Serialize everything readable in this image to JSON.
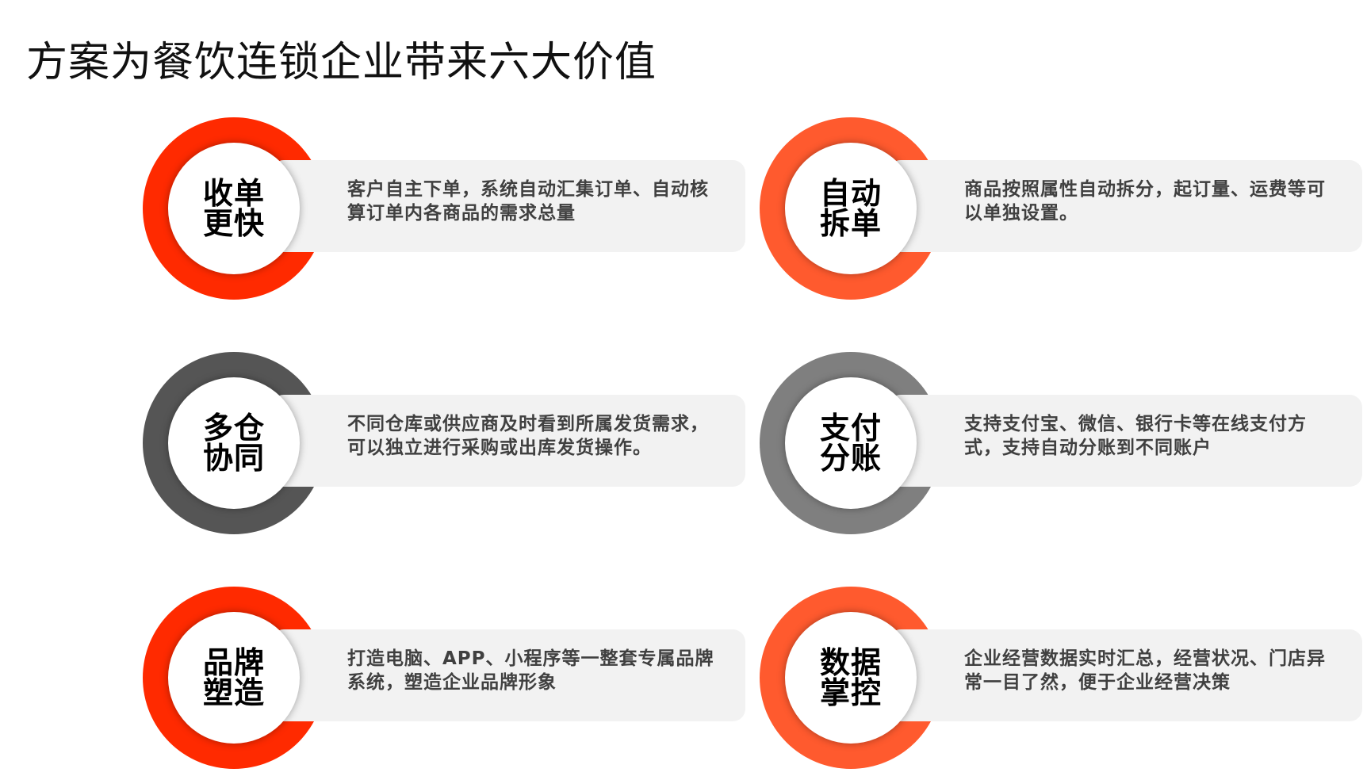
{
  "page": {
    "title": "方案为餐饮连锁企业带来六大价值"
  },
  "colors": {
    "red": "#ff2a00",
    "orange": "#ff5a2e",
    "dark_gray": "#555555",
    "mid_gray": "#7f7f7f",
    "card_bg": "#f2f2f2"
  },
  "items": [
    {
      "label_line1": "收单",
      "label_line2": "更快",
      "description": "客户自主下单，系统自动汇集订单、自动核算订单内各商品的需求总量",
      "ring_color": "#ff2a00"
    },
    {
      "label_line1": "自动",
      "label_line2": "拆单",
      "description": "商品按照属性自动拆分，起订量、运费等可以单独设置。",
      "ring_color": "#ff5a2e"
    },
    {
      "label_line1": "多仓",
      "label_line2": "协同",
      "description": "不同仓库或供应商及时看到所属发货需求，可以独立进行采购或出库发货操作。",
      "ring_color": "#555555"
    },
    {
      "label_line1": "支付",
      "label_line2": "分账",
      "description": "支持支付宝、微信、银行卡等在线支付方式，支持自动分账到不同账户",
      "ring_color": "#7f7f7f"
    },
    {
      "label_line1": "品牌",
      "label_line2": "塑造",
      "description": "打造电脑、APP、小程序等一整套专属品牌系统，塑造企业品牌形象",
      "ring_color": "#ff2a00"
    },
    {
      "label_line1": "数据",
      "label_line2": "掌控",
      "description": "企业经营数据实时汇总，经营状况、门店异常一目了然，便于企业经营决策",
      "ring_color": "#ff5a2e"
    }
  ]
}
